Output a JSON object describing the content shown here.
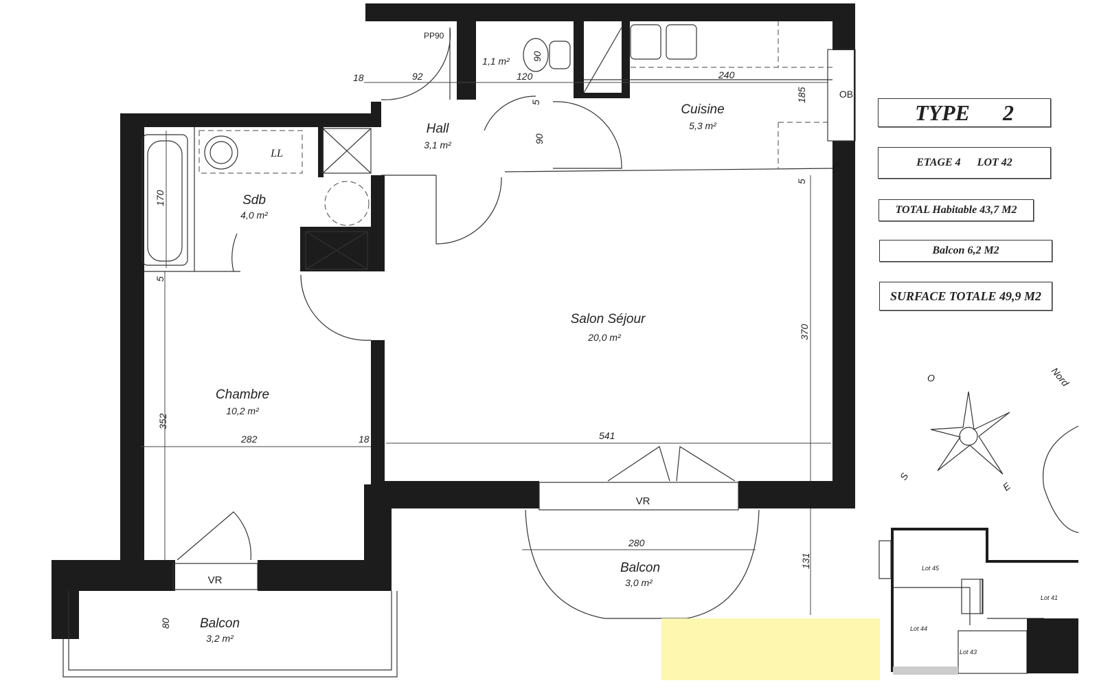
{
  "plan_type": {
    "label": "TYPE",
    "number": "2"
  },
  "etage": "ETAGE 4",
  "lot": "LOT 42",
  "total_habitable": "TOTAL Habitable 43,7 M2",
  "balcon_total": "Balcon 6,2 M2",
  "surface_totale": "SURFACE TOTALE 49,9 M2",
  "rooms": {
    "wc": {
      "area": "1,1 m²"
    },
    "hall": {
      "name": "Hall",
      "area": "3,1 m²"
    },
    "cuisine": {
      "name": "Cuisine",
      "area": "5,3 m²"
    },
    "sdb": {
      "name": "Sdb",
      "area": "4,0 m²",
      "ll": "LL"
    },
    "salon": {
      "name": "Salon Séjour",
      "area": "20,0 m²"
    },
    "chambre": {
      "name": "Chambre",
      "area": "10,2 m²"
    },
    "balcon_salon": {
      "name": "Balcon",
      "area": "3,0 m²"
    },
    "balcon_chambre": {
      "name": "Balcon",
      "area": "3,2 m²"
    }
  },
  "labels": {
    "pp90": "PP90",
    "ob": "OB",
    "vr_salon": "VR",
    "vr_chambre": "VR"
  },
  "dimensions": {
    "d18a": "18",
    "d92": "92",
    "d120": "120",
    "d90a": "90",
    "d240": "240",
    "d185": "185",
    "d90b": "90",
    "d5a": "5",
    "d5b": "5",
    "d5c": "5",
    "d170": "170",
    "d370": "370",
    "d352": "352",
    "d282": "282",
    "d18b": "18",
    "d541": "541",
    "d280": "280",
    "d131": "131",
    "d80": "80"
  },
  "compass": {
    "north": "Nord",
    "west": "O",
    "south": "S",
    "east": "E"
  },
  "site_plan": {
    "lots": [
      "Lot 45",
      "Lot 41",
      "Lot 44",
      "Lot 43"
    ]
  },
  "highlight_color": "#fdf7b0"
}
